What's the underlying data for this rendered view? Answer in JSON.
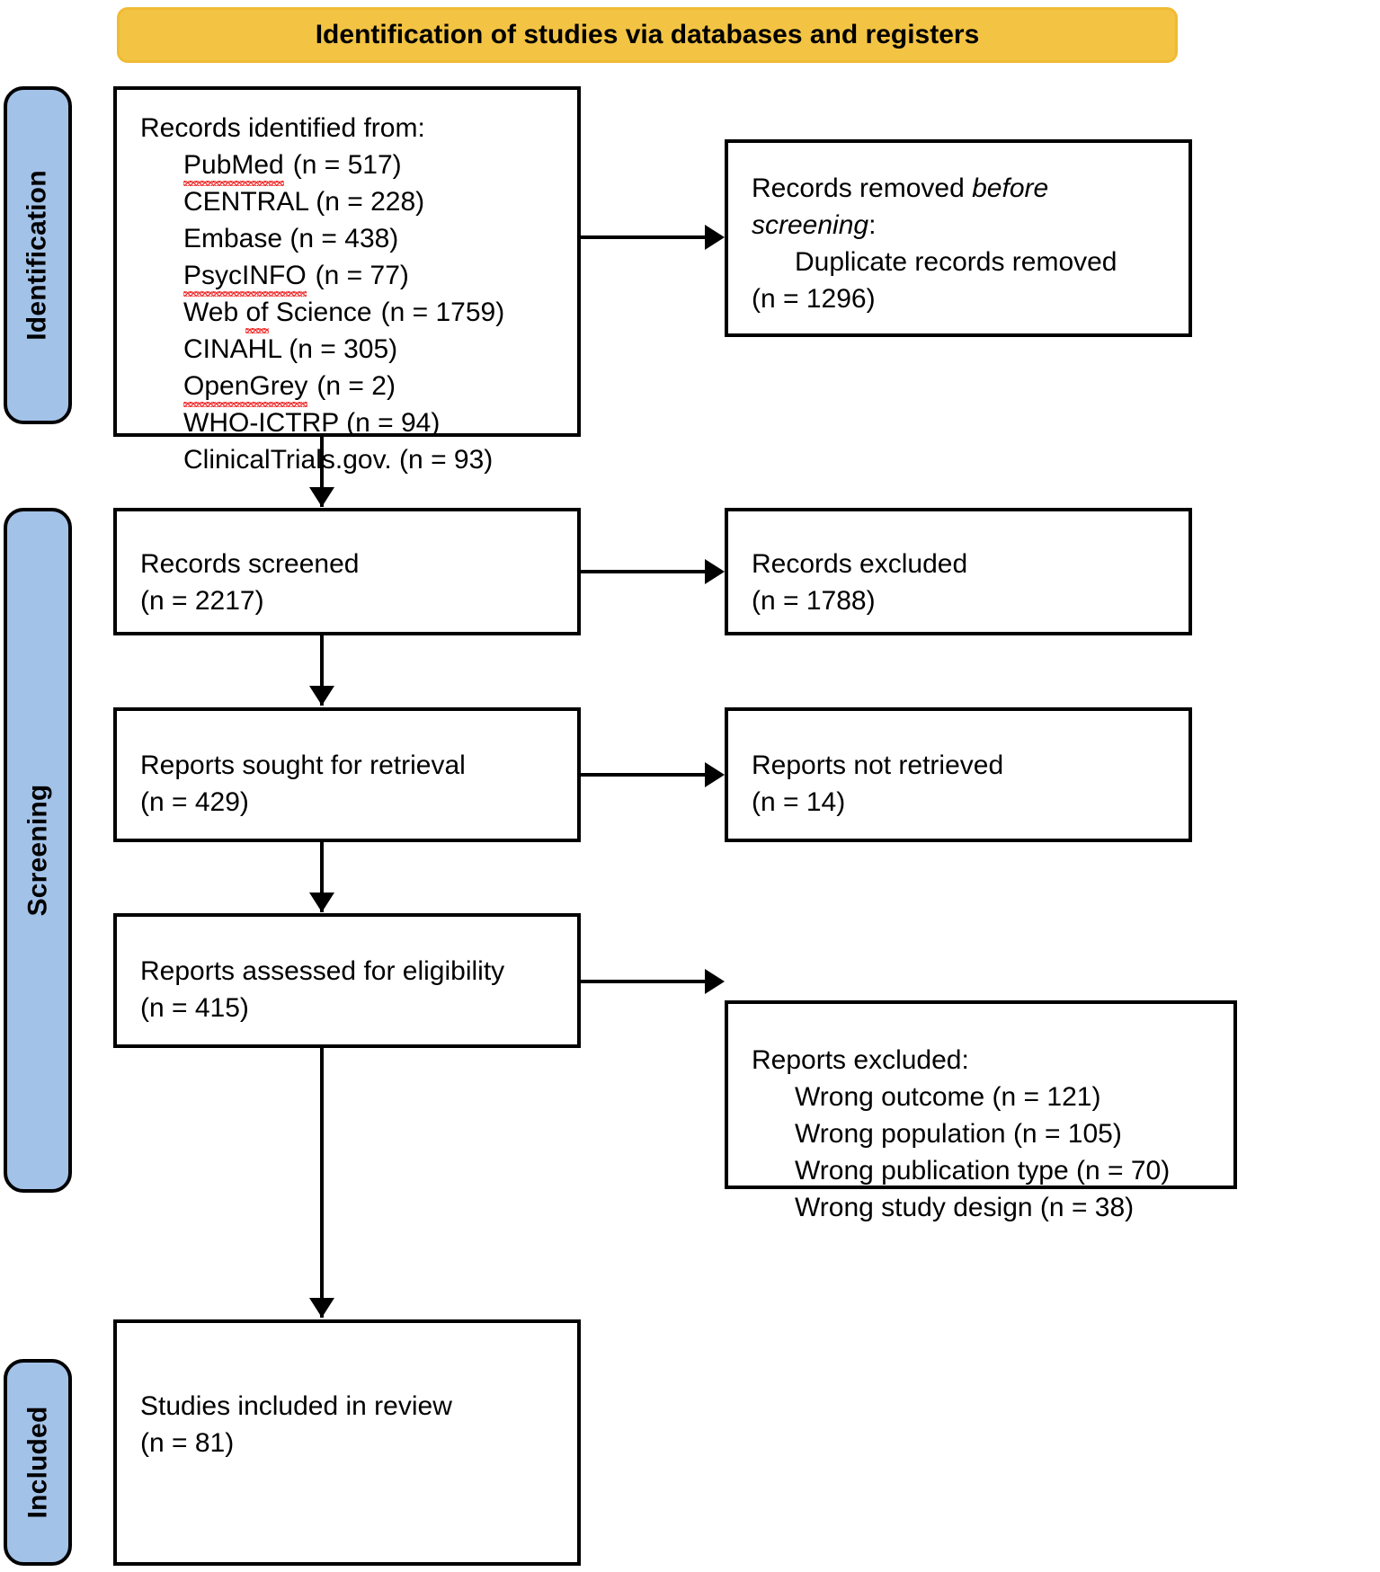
{
  "diagram": {
    "title": "Identification of studies via databases and registers",
    "colors": {
      "banner": "#f3c444",
      "phase_bar": "#a3c2e8",
      "box_border": "#000000",
      "spellcheck_underline": "#e02020"
    }
  },
  "phases": [
    {
      "id": "identification",
      "label": "Identification"
    },
    {
      "id": "screening",
      "label": "Screening"
    },
    {
      "id": "included",
      "label": "Included"
    }
  ],
  "boxes": {
    "records_identified": {
      "heading": "Records identified from:",
      "sources": [
        {
          "name": "PubMed",
          "count": "(n = 517)",
          "line": "PubMed (n = 517)"
        },
        {
          "name": "CENTRAL",
          "count": "(n = 228)",
          "line": "CENTRAL (n = 228)"
        },
        {
          "name": "Embase",
          "count": "(n = 438)",
          "line": "Embase (n = 438)"
        },
        {
          "name": "PsycINFO",
          "count": "(n = 77)",
          "line": "PsycINFO (n = 77)"
        },
        {
          "name": "Web of Science",
          "count": "(n = 1759)",
          "line": "Web of Science (n = 1759)"
        },
        {
          "name": "CINAHL",
          "count": "(n = 305)",
          "line": "CINAHL (n = 305)"
        },
        {
          "name": "OpenGrey",
          "count": "(n = 2)",
          "line": "OpenGrey (n = 2)"
        },
        {
          "name": "WHO-ICTRP",
          "count": "(n = 94)",
          "line": "WHO-ICTRP (n = 94)"
        },
        {
          "name": "ClinicalTrials.gov.",
          "count": "(n = 93)",
          "line": "ClinicalTrials.gov. (n = 93)"
        }
      ]
    },
    "records_removed": {
      "line1_a": "Records removed ",
      "line1_b": "before",
      "line2_a": "screening",
      "line2_b": ":",
      "line3": "Duplicate records removed",
      "line4": "(n = 1296)"
    },
    "records_screened": {
      "label": "Records screened",
      "count": "(n = 2217)"
    },
    "records_excluded": {
      "label": "Records excluded",
      "count": "(n = 1788)"
    },
    "reports_sought": {
      "label": "Reports sought for retrieval",
      "count": "(n = 429)"
    },
    "reports_not_retrieved": {
      "label": "Reports not retrieved",
      "count": "(n = 14)"
    },
    "reports_assessed": {
      "label": "Reports assessed for eligibility",
      "count": "(n = 415)"
    },
    "reports_excluded": {
      "heading": "Reports excluded:",
      "reasons": [
        {
          "reason": "Wrong outcome",
          "count": "(n = 121)",
          "line": "Wrong outcome (n = 121)"
        },
        {
          "reason": "Wrong population",
          "count": "(n = 105)",
          "line": "Wrong population (n = 105)"
        },
        {
          "reason": "Wrong publication type",
          "count": "(n = 70)",
          "line": "Wrong publication type (n = 70)"
        },
        {
          "reason": "Wrong study design",
          "count": "(n = 38)",
          "line": "Wrong study design (n = 38)"
        }
      ]
    },
    "studies_included": {
      "label": "Studies included in review",
      "count": "(n = 81)"
    }
  }
}
